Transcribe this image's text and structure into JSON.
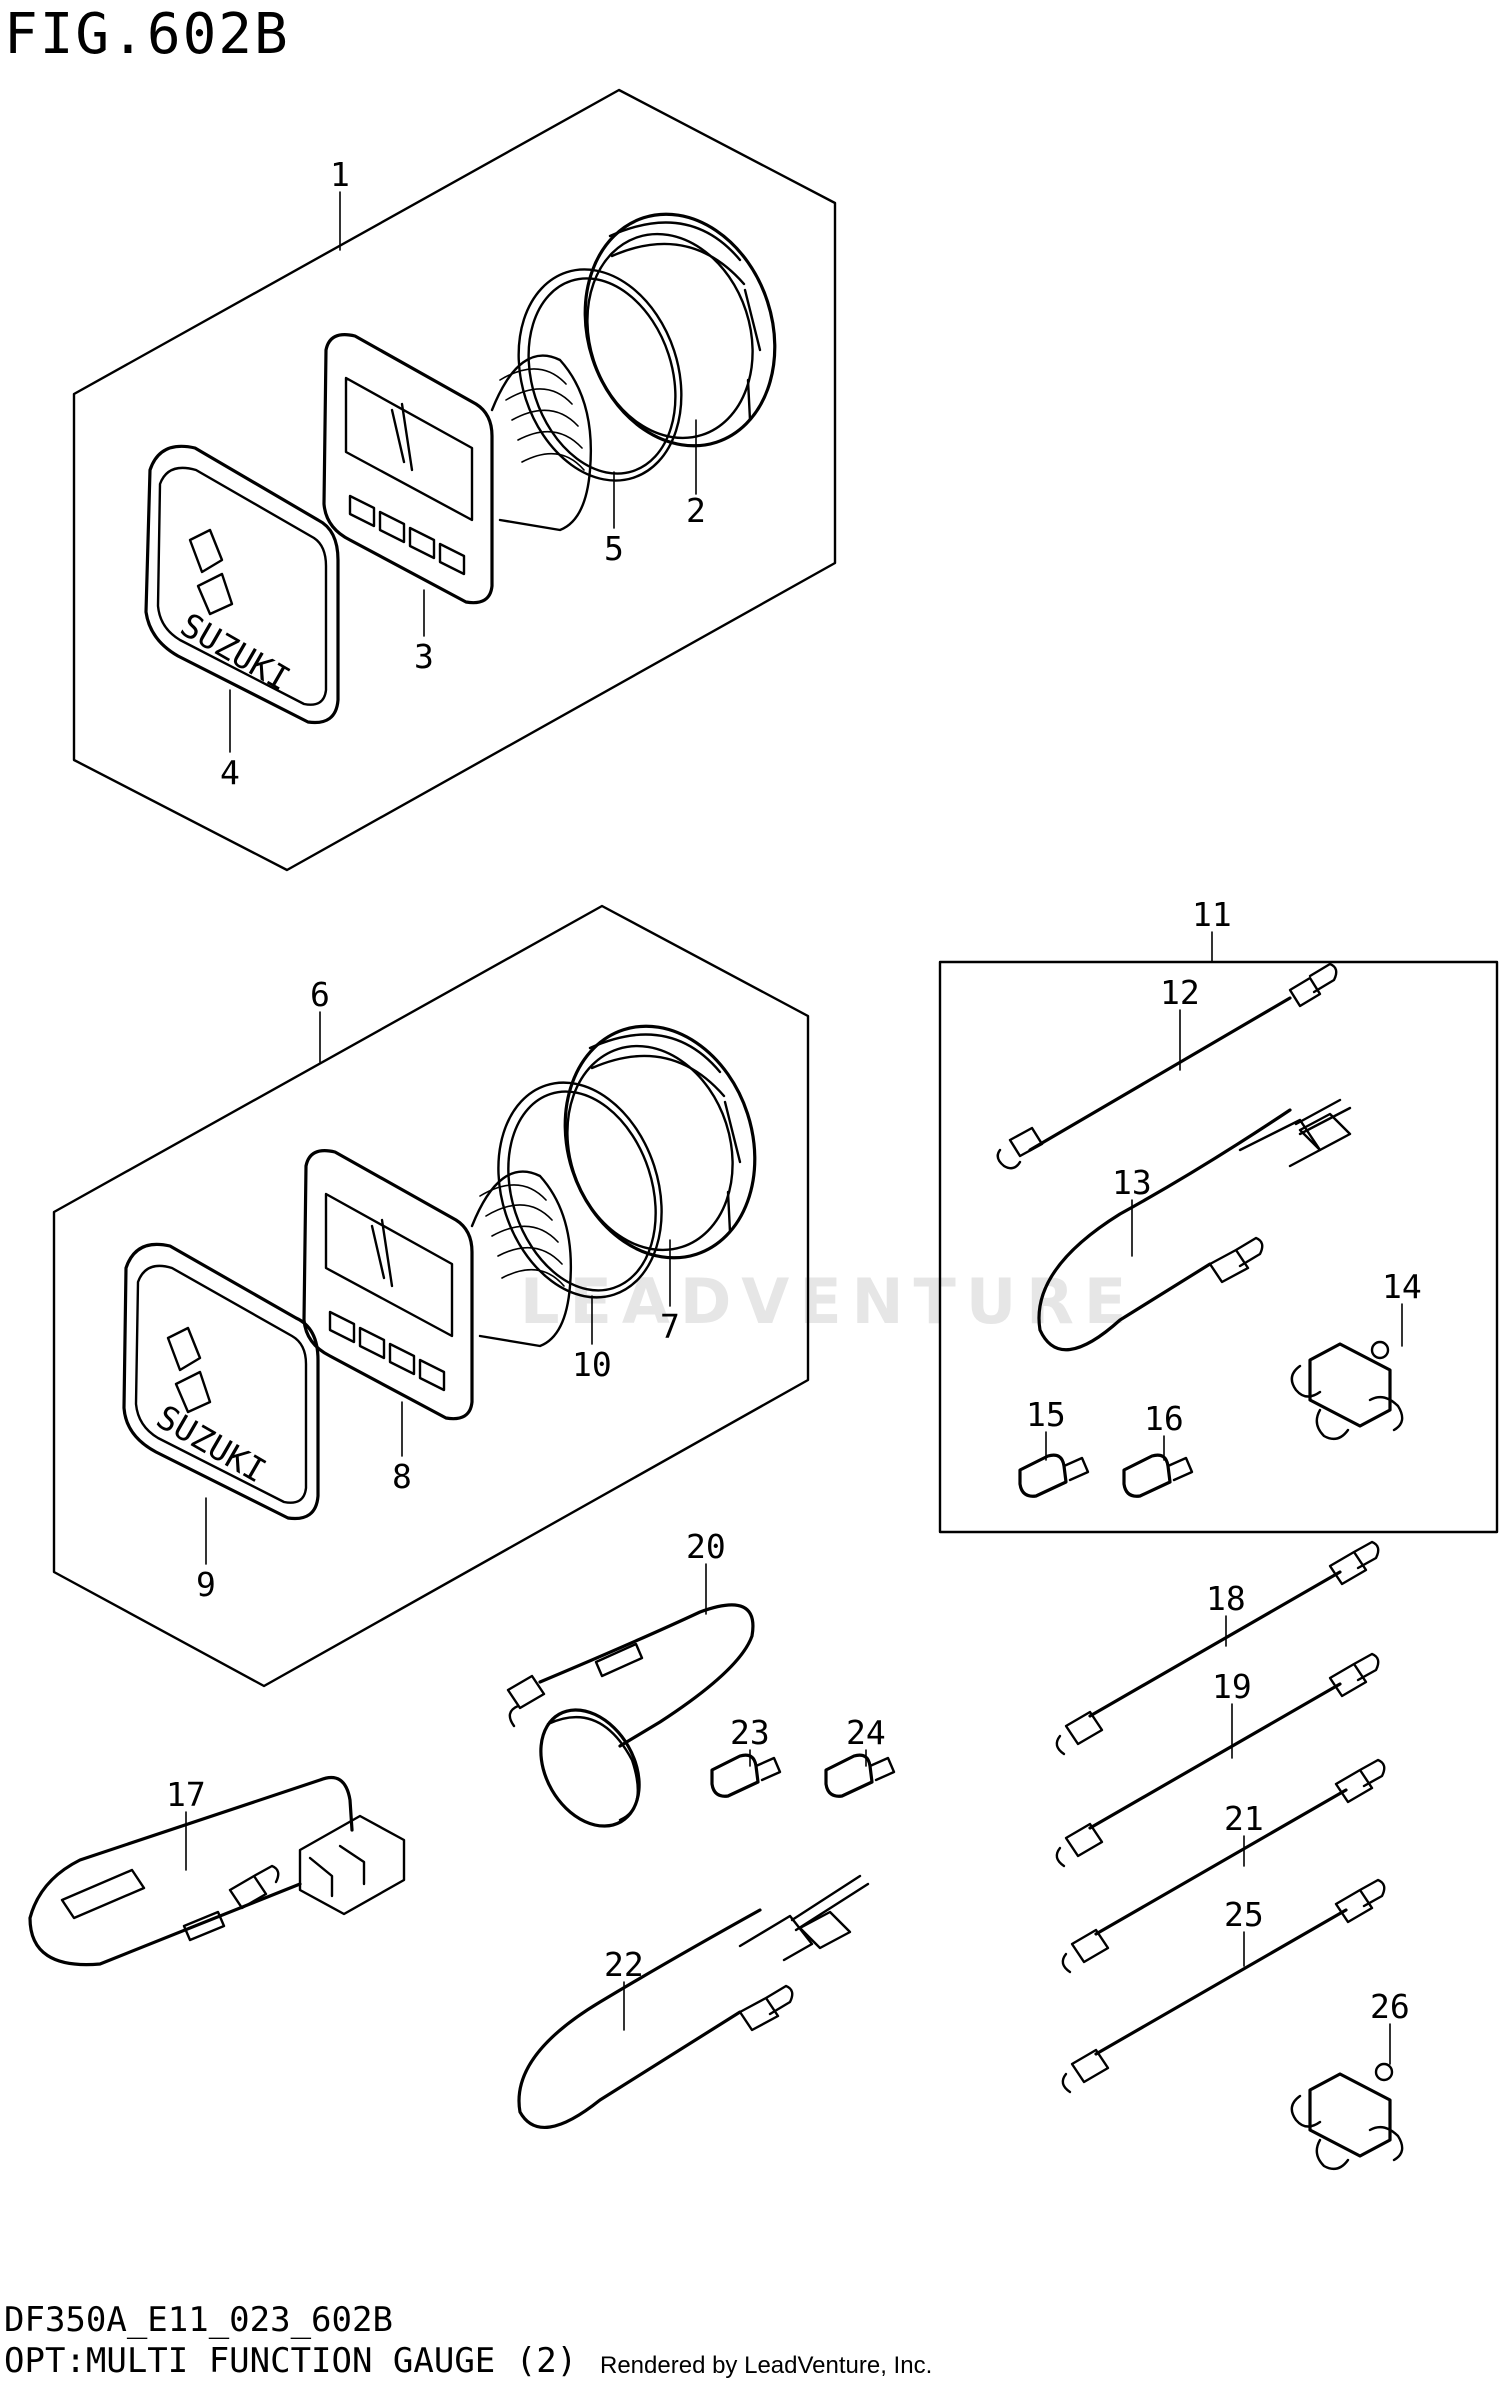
{
  "figure": {
    "title": "FIG.602B",
    "code": "DF350A_E11_023_602B",
    "description": "OPT:MULTI FUNCTION GAUGE (2)",
    "rendered_by": "Rendered by LeadVenture, Inc.",
    "watermark": "LEADVENTURE"
  },
  "gauge_logo_text": "SUZUKI",
  "callouts": [
    "1",
    "2",
    "3",
    "4",
    "5",
    "6",
    "7",
    "8",
    "9",
    "10",
    "11",
    "12",
    "13",
    "14",
    "15",
    "16",
    "17",
    "18",
    "19",
    "20",
    "21",
    "22",
    "23",
    "24",
    "25",
    "26"
  ]
}
